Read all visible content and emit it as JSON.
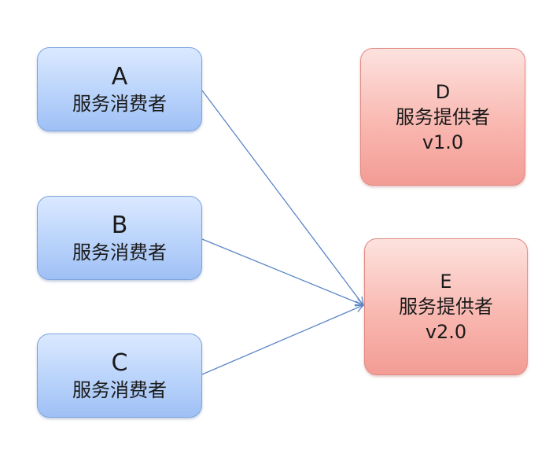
{
  "consumers": [
    {
      "id": "A",
      "role": "服务消费者"
    },
    {
      "id": "B",
      "role": "服务消费者"
    },
    {
      "id": "C",
      "role": "服务消费者"
    }
  ],
  "providers": [
    {
      "id": "D",
      "role": "服务提供者",
      "version": "v1.0"
    },
    {
      "id": "E",
      "role": "服务提供者",
      "version": "v2.0"
    }
  ],
  "edges": [
    {
      "from": "A",
      "to": "E"
    },
    {
      "from": "B",
      "to": "E"
    },
    {
      "from": "C",
      "to": "E"
    }
  ],
  "colors": {
    "consumer_fill": "#b9d3fb",
    "consumer_border": "#7ea5e0",
    "provider_fill": "#f9b8b1",
    "provider_border": "#e28b84",
    "edge": "#5b86c6"
  }
}
